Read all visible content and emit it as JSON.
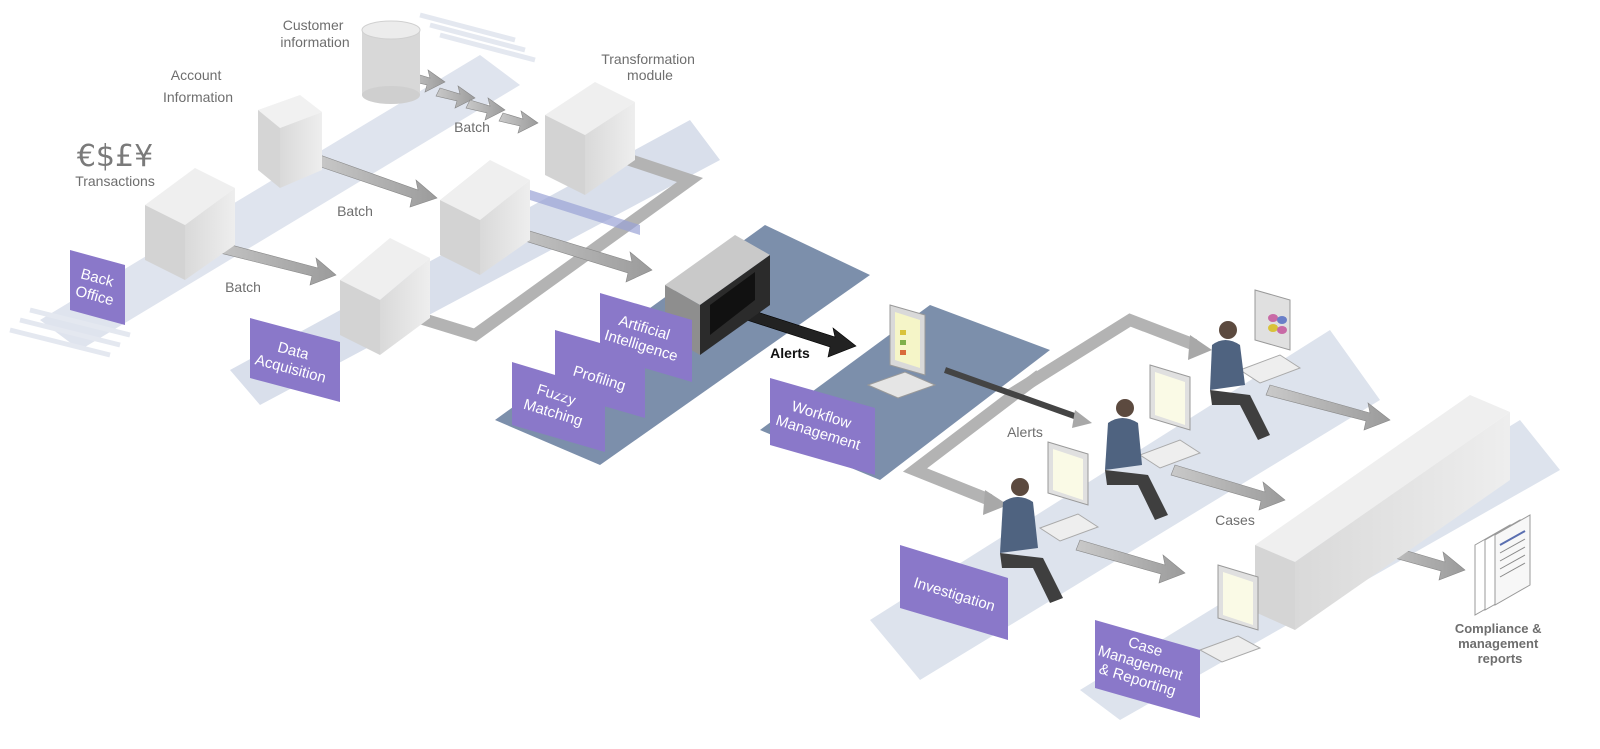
{
  "labels": {
    "customer_information": [
      "Customer",
      "information"
    ],
    "account_information": [
      "Account",
      "Information"
    ],
    "transformation_module": [
      "Transformation",
      "module"
    ],
    "currency_symbols": "€$£¥",
    "transactions": "Transactions",
    "batch_top": "Batch",
    "batch_middle": "Batch",
    "batch_bottom": "Batch",
    "alerts_main": "Alerts",
    "alerts_secondary": "Alerts",
    "cases": "Cases",
    "compliance_reports": [
      "Compliance &",
      "management",
      "reports"
    ]
  },
  "stage_tags": {
    "back_office": [
      "Back",
      "Office"
    ],
    "data_acquisition": [
      "Data",
      "Acquisition"
    ],
    "artificial_intelligence": [
      "Artificial",
      "Intelligence"
    ],
    "profiling": [
      "Profiling"
    ],
    "fuzzy_matching": [
      "Fuzzy",
      "Matching"
    ],
    "workflow_management": [
      "Workflow",
      "Management"
    ],
    "investigation": [
      "Investigation"
    ],
    "case_management": [
      "Case",
      "Management",
      "& Reporting"
    ]
  },
  "colors": {
    "tag_purple": "#8a78c9",
    "platform_light": "#d6dde9",
    "platform_dark": "#5f7594",
    "arrow_grey": "#a9a9a9",
    "box_grey": "#e2e2e2"
  }
}
